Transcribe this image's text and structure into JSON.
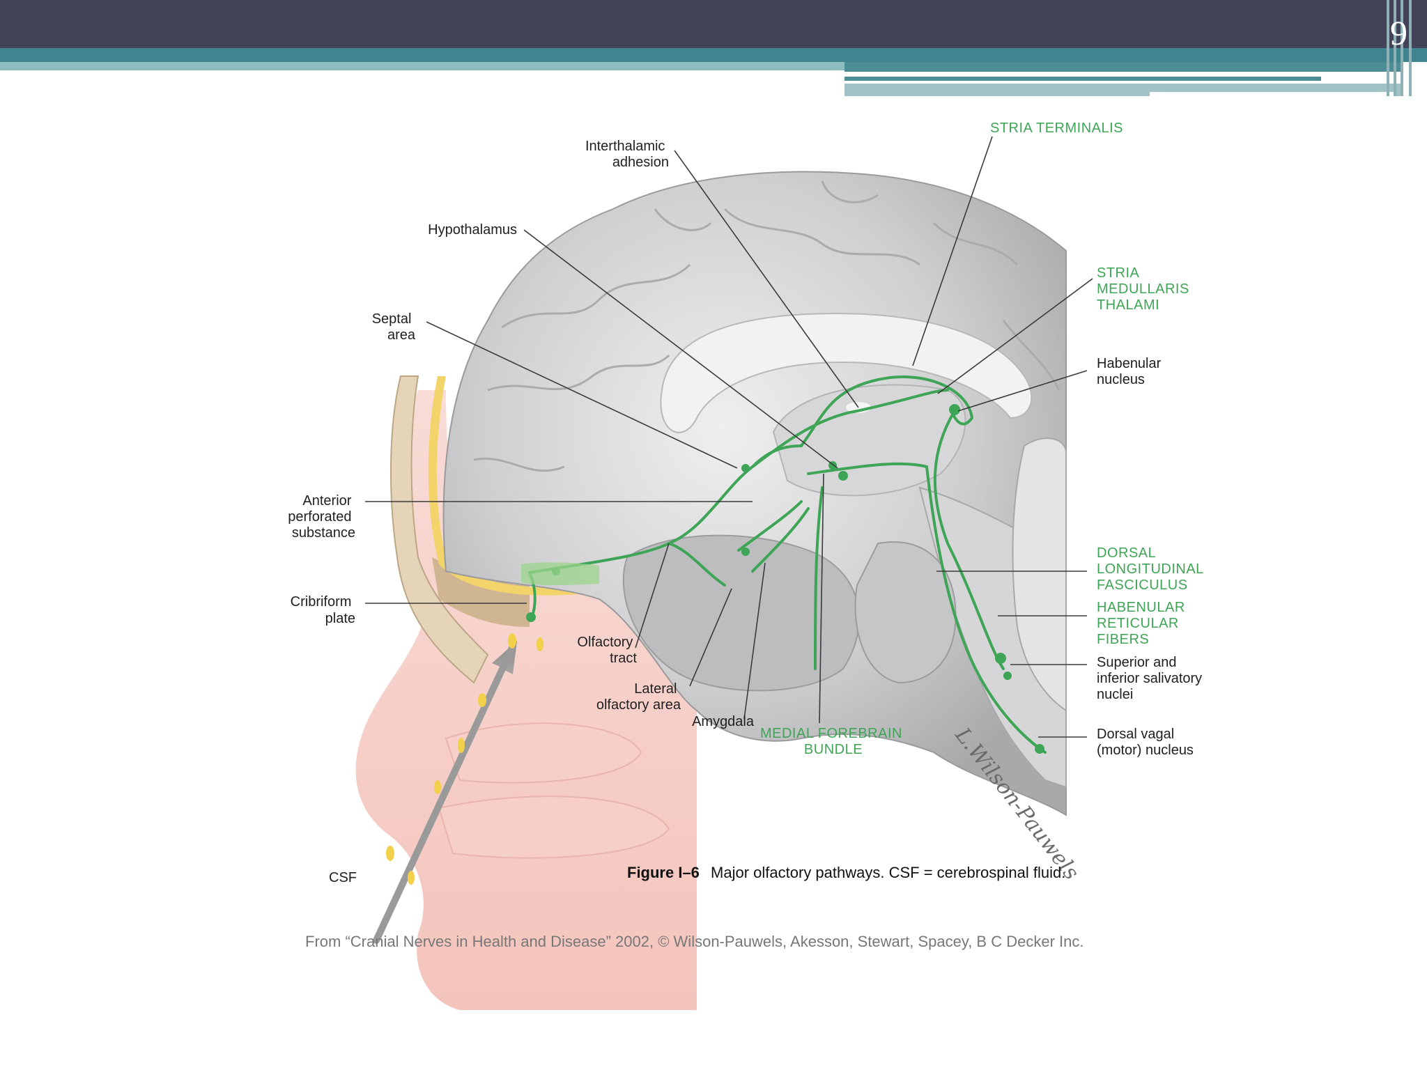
{
  "slide": {
    "page_number": "9"
  },
  "figure": {
    "labels_left": {
      "interthalamic": [
        "Interthalamic",
        "adhesion"
      ],
      "hypothalamus": [
        "Hypothalamus"
      ],
      "septal": [
        "Septal",
        "area"
      ],
      "anterior_perforated": [
        "Anterior",
        "perforated",
        "substance"
      ],
      "cribriform": [
        "Cribriform",
        "plate"
      ],
      "olfactory_tract": [
        "Olfactory",
        "tract"
      ],
      "lateral_olfactory": [
        "Lateral",
        "olfactory area"
      ],
      "amygdala": [
        "Amygdala"
      ],
      "csf": [
        "CSF"
      ]
    },
    "labels_green": {
      "stria_terminalis": [
        "STRIA TERMINALIS"
      ],
      "stria_medullaris": [
        "STRIA",
        "MEDULLARIS",
        "THALAMI"
      ],
      "dorsal_longitudinal": [
        "DORSAL",
        "LONGITUDINAL",
        "FASCICULUS"
      ],
      "habenular_reticular": [
        "HABENULAR",
        "RETICULAR",
        "FIBERS"
      ],
      "medial_forebrain": [
        "MEDIAL FOREBRAIN",
        "BUNDLE"
      ]
    },
    "labels_right": {
      "habenular_nucleus": [
        "Habenular",
        "nucleus"
      ],
      "salivatory": [
        "Superior and",
        "inferior salivatory",
        "nuclei"
      ],
      "dorsal_vagal": [
        "Dorsal vagal",
        "(motor) nucleus"
      ]
    },
    "signature": "L.Wilson-Pauwels",
    "caption": {
      "bold": "Figure I–6",
      "text": "Major olfactory pathways. CSF = cerebrospinal fluid."
    },
    "credit": "From “Cranial Nerves in Health and Disease” 2002, © Wilson-Pauwels, Akesson, Stewart, Spacey, B C Decker Inc."
  },
  "colors": {
    "header": "#424258",
    "teal": "#3f8590",
    "pathway_green": "#3fa556",
    "brain_gray": "#c9c9cb"
  }
}
